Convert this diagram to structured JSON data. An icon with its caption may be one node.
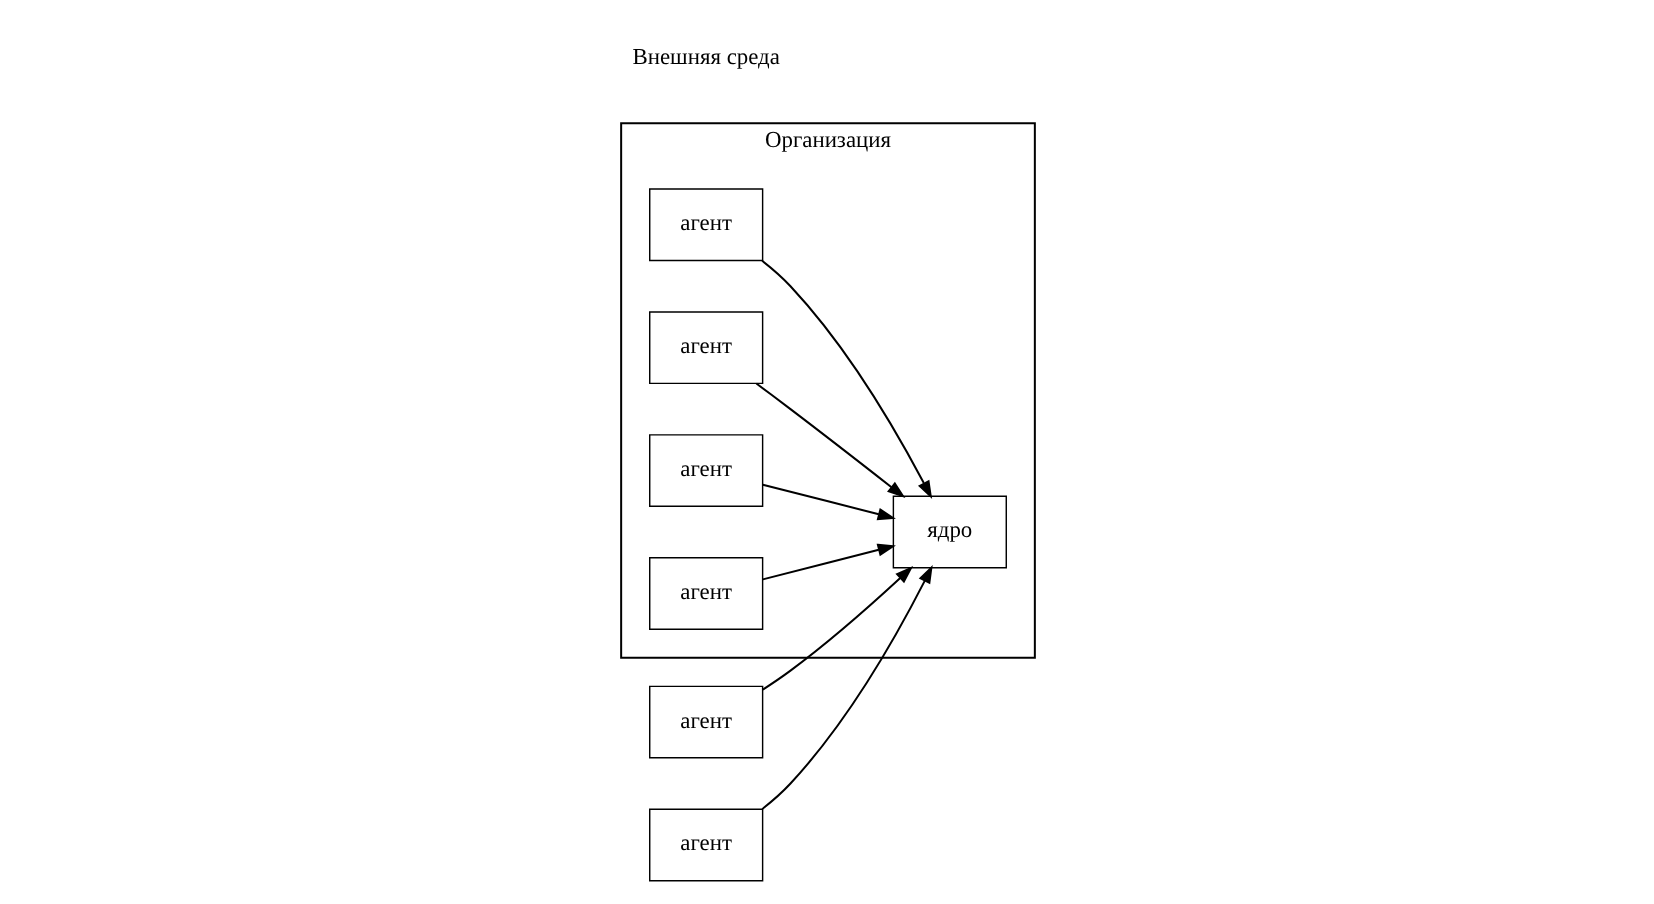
{
  "diagram": {
    "nodes": [
      {
        "text": [
          "Организация"
        ]
      },
      {
        "text": [
          "агент"
        ],
        "in": 0
      },
      {
        "text": [
          "агент"
        ],
        "in": 0
      },
      {
        "text": [
          "ядро"
        ],
        "in": 0
      },
      {
        "text": [
          "агент"
        ],
        "in": 0
      },
      {
        "text": [
          "агент"
        ],
        "in": 0
      },
      {
        "text": [
          "агент"
        ]
      },
      {
        "text": [
          "агент"
        ]
      }
    ],
    "edges": [
      {
        "from": 1,
        "to": 3,
        "arrow": "to"
      },
      {
        "from": 2,
        "to": 3,
        "arrow": "to"
      },
      {
        "from": 4,
        "to": 3,
        "arrow": "to"
      },
      {
        "from": 5,
        "to": 3,
        "arrow": "to"
      },
      {
        "from": 6,
        "to": 3,
        "arrow": "to"
      },
      {
        "from": 7,
        "to": 3,
        "arrow": "to"
      }
    ],
    "labels": [
      "Внешняя среда"
    ]
  }
}
